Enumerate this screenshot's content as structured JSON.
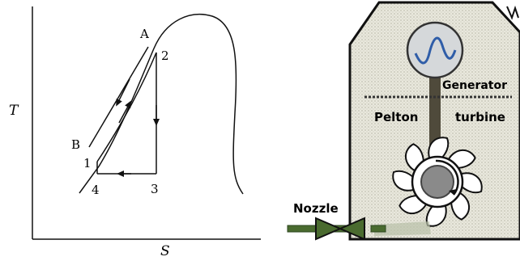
{
  "ts_diagram": {
    "axis_y": "T",
    "axis_x": "S",
    "points": {
      "a": "A",
      "b": "B",
      "p1": "1",
      "p2": "2",
      "p3": "3",
      "p4": "4"
    }
  },
  "turbine": {
    "generator_label": "Generator",
    "pelton_label": "Pelton",
    "turbine_label": "turbine",
    "nozzle_label": "Nozzle"
  },
  "colors": {
    "outline": "#111111",
    "panel_fill": "#e7e6da",
    "shaft": "#4f4a3b",
    "wave": "#2f5da8",
    "pipe": "#4a6b2f",
    "hub": "#8a8a8a"
  }
}
